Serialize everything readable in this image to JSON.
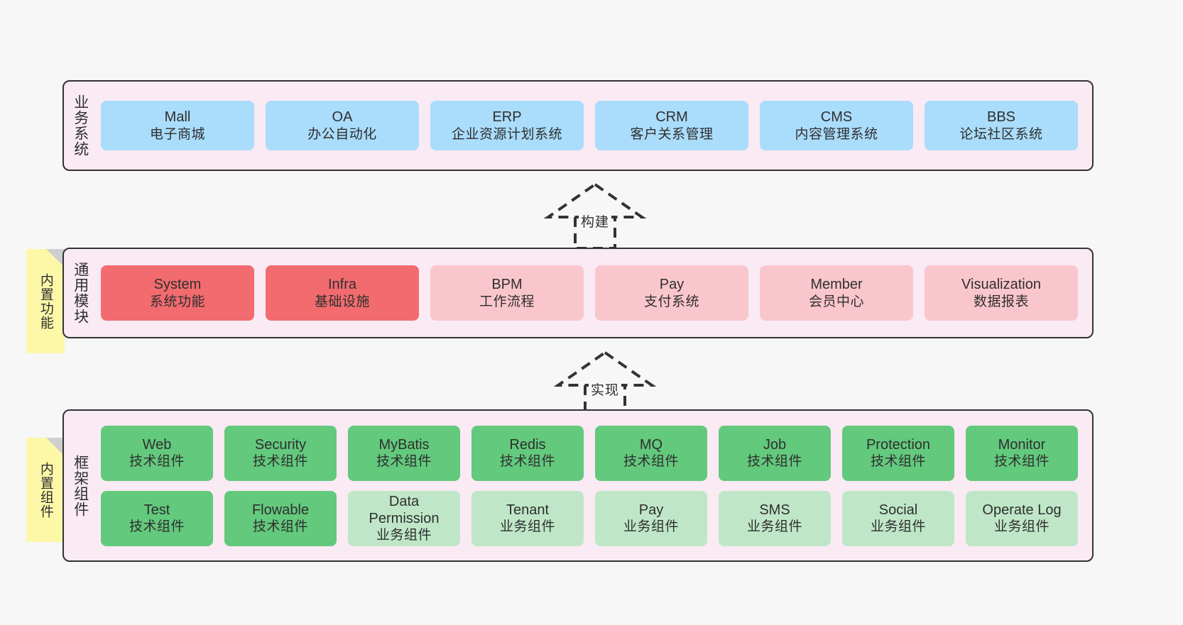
{
  "layers": [
    {
      "id": "business",
      "title": "业务系统",
      "rows": [
        {
          "cards": [
            {
              "en": "Mall",
              "cn": "电子商城",
              "style": "blue"
            },
            {
              "en": "OA",
              "cn": "办公自动化",
              "style": "blue"
            },
            {
              "en": "ERP",
              "cn": "企业资源计划系统",
              "style": "blue"
            },
            {
              "en": "CRM",
              "cn": "客户关系管理",
              "style": "blue"
            },
            {
              "en": "CMS",
              "cn": "内容管理系统",
              "style": "blue"
            },
            {
              "en": "BBS",
              "cn": "论坛社区系统",
              "style": "blue"
            }
          ]
        }
      ]
    },
    {
      "id": "common",
      "title": "通用模块",
      "note": "内置功能",
      "rows": [
        {
          "cards": [
            {
              "en": "System",
              "cn": "系统功能",
              "style": "red"
            },
            {
              "en": "Infra",
              "cn": "基础设施",
              "style": "red"
            },
            {
              "en": "BPM",
              "cn": "工作流程",
              "style": "pink"
            },
            {
              "en": "Pay",
              "cn": "支付系统",
              "style": "pink"
            },
            {
              "en": "Member",
              "cn": "会员中心",
              "style": "pink"
            },
            {
              "en": "Visualization",
              "cn": "数据报表",
              "style": "pink"
            }
          ]
        }
      ]
    },
    {
      "id": "framework",
      "title": "框架组件",
      "note": "内置组件",
      "rows": [
        {
          "cards": [
            {
              "en": "Web",
              "cn": "技术组件",
              "style": "green"
            },
            {
              "en": "Security",
              "cn": "技术组件",
              "style": "green"
            },
            {
              "en": "MyBatis",
              "cn": "技术组件",
              "style": "green"
            },
            {
              "en": "Redis",
              "cn": "技术组件",
              "style": "green"
            },
            {
              "en": "MQ",
              "cn": "技术组件",
              "style": "green"
            },
            {
              "en": "Job",
              "cn": "技术组件",
              "style": "green"
            },
            {
              "en": "Protection",
              "cn": "技术组件",
              "style": "green"
            },
            {
              "en": "Monitor",
              "cn": "技术组件",
              "style": "green"
            }
          ]
        },
        {
          "cards": [
            {
              "en": "Test",
              "cn": "技术组件",
              "style": "green"
            },
            {
              "en": "Flowable",
              "cn": "技术组件",
              "style": "green"
            },
            {
              "en": "Data Permission",
              "cn": "业务组件",
              "style": "greenlight"
            },
            {
              "en": "Tenant",
              "cn": "业务组件",
              "style": "greenlight"
            },
            {
              "en": "Pay",
              "cn": "业务组件",
              "style": "greenlight"
            },
            {
              "en": "SMS",
              "cn": "业务组件",
              "style": "greenlight"
            },
            {
              "en": "Social",
              "cn": "业务组件",
              "style": "greenlight"
            },
            {
              "en": "Operate Log",
              "cn": "业务组件",
              "style": "greenlight"
            }
          ]
        }
      ]
    }
  ],
  "arrows": [
    {
      "id": "build",
      "label": "构建"
    },
    {
      "id": "realize",
      "label": "实现"
    }
  ],
  "colors": {
    "canvas": "#f7f7f7",
    "layer_band": "#f9eaf4",
    "layer_border": "#333333",
    "business_card": "#aadcfb",
    "common_card_strong": "#f26b6f",
    "common_card_soft": "#fac6cd",
    "framework_card_tech": "#63c97d",
    "framework_card_biz": "#bfe7c7",
    "note": "#fcf8a8",
    "note_fold": "#cfcfcf"
  }
}
